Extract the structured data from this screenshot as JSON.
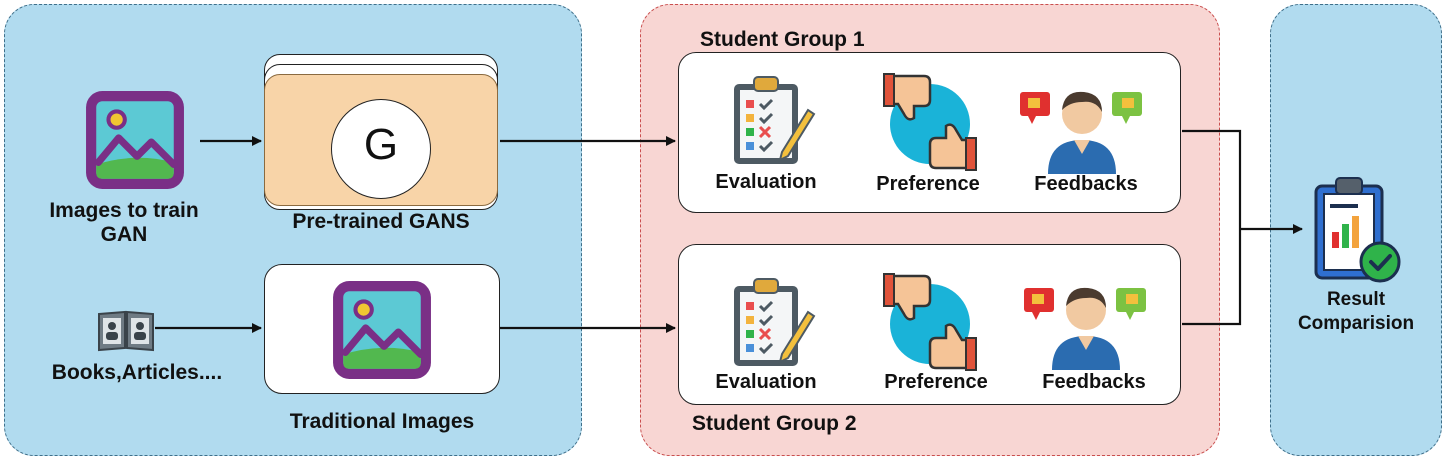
{
  "left": {
    "images_label_line1": "Images to train",
    "images_label_line2": "GAN",
    "books_label": "Books,Articles....",
    "pretrained_label": "Pre-trained GANS",
    "generator_letter": "G",
    "traditional_label": "Traditional Images"
  },
  "group1": {
    "title": "Student Group 1",
    "evaluation": "Evaluation",
    "preference": "Preference",
    "feedbacks": "Feedbacks"
  },
  "group2": {
    "title": "Student Group 2",
    "evaluation": "Evaluation",
    "preference": "Preference",
    "feedbacks": "Feedbacks"
  },
  "result": {
    "line1": "Result",
    "line2": "Comparision"
  },
  "colors": {
    "panel_blue": "#b1dbef",
    "panel_pink": "#f8d6d3",
    "gan_card": "#f8d4a8",
    "image_icon_frame": "#7a2f86",
    "image_icon_sky": "#5cc9d4",
    "image_icon_grass": "#52b84f",
    "check_green": "#2fb34a"
  },
  "icons": [
    "image-icon",
    "book-icon",
    "clipboard-checklist-icon",
    "thumbs-icon",
    "feedback-person-icon",
    "report-clipboard-icon"
  ]
}
